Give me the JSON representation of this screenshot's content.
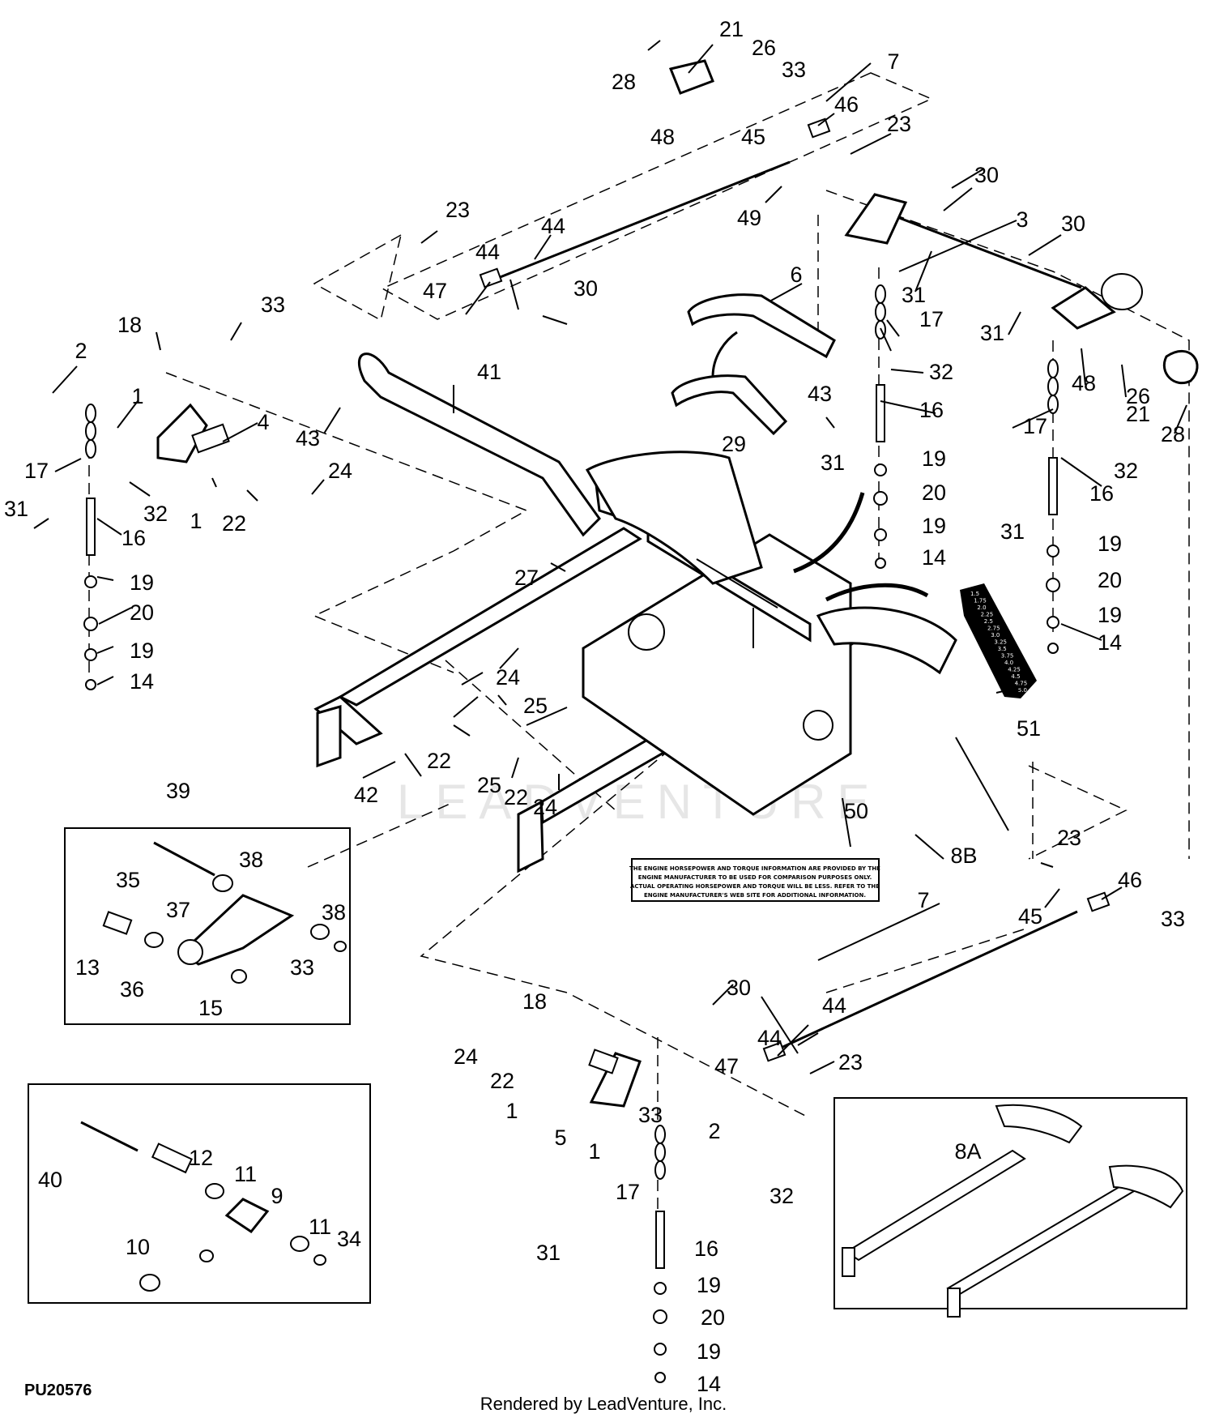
{
  "figure_id": "PU20576",
  "footer_text": "Rendered by LeadVenture, Inc.",
  "watermark": "LEADVENTURE",
  "decal_text": [
    "THE ENGINE HORSEPOWER AND TORQUE INFORMATION ARE PROVIDED BY THE",
    "ENGINE MANUFACTURER TO BE USED FOR COMPARISON PURPOSES ONLY.",
    "ACTUAL OPERATING HORSEPOWER AND TORQUE WILL BE LESS. REFER TO THE",
    "ENGINE MANUFACTURER'S WEB SITE FOR ADDITIONAL INFORMATION."
  ],
  "height_scale": [
    "1.5",
    "1.75",
    "2.0",
    "2.25",
    "2.5",
    "2.75",
    "3.0",
    "3.25",
    "3.5",
    "3.75",
    "4.0",
    "4.25",
    "4.5",
    "4.75",
    "5.0"
  ],
  "callouts": [
    {
      "id": "c-21a",
      "text": "21"
    },
    {
      "id": "c-26a",
      "text": "26"
    },
    {
      "id": "c-28a",
      "text": "28"
    },
    {
      "id": "c-33a",
      "text": "33"
    },
    {
      "id": "c-7a",
      "text": "7"
    },
    {
      "id": "c-46a",
      "text": "46"
    },
    {
      "id": "c-48a",
      "text": "48"
    },
    {
      "id": "c-45a",
      "text": "45"
    },
    {
      "id": "c-23a",
      "text": "23"
    },
    {
      "id": "c-30a",
      "text": "30"
    },
    {
      "id": "c-3",
      "text": "3"
    },
    {
      "id": "c-30b",
      "text": "30"
    },
    {
      "id": "c-49",
      "text": "49"
    },
    {
      "id": "c-23b",
      "text": "23"
    },
    {
      "id": "c-44a",
      "text": "44"
    },
    {
      "id": "c-44b",
      "text": "44"
    },
    {
      "id": "c-47a",
      "text": "47"
    },
    {
      "id": "c-30c",
      "text": "30"
    },
    {
      "id": "c-6",
      "text": "6"
    },
    {
      "id": "c-31a",
      "text": "31"
    },
    {
      "id": "c-17a",
      "text": "17"
    },
    {
      "id": "c-31b",
      "text": "31"
    },
    {
      "id": "c-48b",
      "text": "48"
    },
    {
      "id": "c-33b",
      "text": "33"
    },
    {
      "id": "c-18a",
      "text": "18"
    },
    {
      "id": "c-2a",
      "text": "2"
    },
    {
      "id": "c-1a",
      "text": "1"
    },
    {
      "id": "c-41",
      "text": "41"
    },
    {
      "id": "c-43a",
      "text": "43"
    },
    {
      "id": "c-32a",
      "text": "32"
    },
    {
      "id": "c-4",
      "text": "4"
    },
    {
      "id": "c-43b",
      "text": "43"
    },
    {
      "id": "c-16a",
      "text": "16"
    },
    {
      "id": "c-26b",
      "text": "26"
    },
    {
      "id": "c-21b",
      "text": "21"
    },
    {
      "id": "c-28b",
      "text": "28"
    },
    {
      "id": "c-17b",
      "text": "17"
    },
    {
      "id": "c-17c",
      "text": "17"
    },
    {
      "id": "c-29",
      "text": "29"
    },
    {
      "id": "c-31c",
      "text": "31"
    },
    {
      "id": "c-24a",
      "text": "24"
    },
    {
      "id": "c-19a",
      "text": "19"
    },
    {
      "id": "c-32b",
      "text": "32"
    },
    {
      "id": "c-31d",
      "text": "31"
    },
    {
      "id": "c-32c",
      "text": "32"
    },
    {
      "id": "c-1b",
      "text": "1"
    },
    {
      "id": "c-22a",
      "text": "22"
    },
    {
      "id": "c-20a",
      "text": "20"
    },
    {
      "id": "c-16b",
      "text": "16"
    },
    {
      "id": "c-16c",
      "text": "16"
    },
    {
      "id": "c-19b",
      "text": "19"
    },
    {
      "id": "c-31e",
      "text": "31"
    },
    {
      "id": "c-14a",
      "text": "14"
    },
    {
      "id": "c-19c",
      "text": "19"
    },
    {
      "id": "c-27",
      "text": "27"
    },
    {
      "id": "c-19d",
      "text": "19"
    },
    {
      "id": "c-20b",
      "text": "20"
    },
    {
      "id": "c-20c",
      "text": "20"
    },
    {
      "id": "c-19e",
      "text": "19"
    },
    {
      "id": "c-19f",
      "text": "19"
    },
    {
      "id": "c-14b",
      "text": "14"
    },
    {
      "id": "c-24b",
      "text": "24"
    },
    {
      "id": "c-25a",
      "text": "25"
    },
    {
      "id": "c-14c",
      "text": "14"
    },
    {
      "id": "c-51",
      "text": "51"
    },
    {
      "id": "c-22b",
      "text": "22"
    },
    {
      "id": "c-25b",
      "text": "25"
    },
    {
      "id": "c-42",
      "text": "42"
    },
    {
      "id": "c-22c",
      "text": "22"
    },
    {
      "id": "c-24c",
      "text": "24"
    },
    {
      "id": "c-39",
      "text": "39"
    },
    {
      "id": "c-50",
      "text": "50"
    },
    {
      "id": "c-8b",
      "text": "8B"
    },
    {
      "id": "c-23c",
      "text": "23"
    },
    {
      "id": "c-38a",
      "text": "38"
    },
    {
      "id": "c-35",
      "text": "35"
    },
    {
      "id": "c-46b",
      "text": "46"
    },
    {
      "id": "c-7b",
      "text": "7"
    },
    {
      "id": "c-45b",
      "text": "45"
    },
    {
      "id": "c-33c",
      "text": "33"
    },
    {
      "id": "c-37",
      "text": "37"
    },
    {
      "id": "c-38b",
      "text": "38"
    },
    {
      "id": "c-13",
      "text": "13"
    },
    {
      "id": "c-33d",
      "text": "33"
    },
    {
      "id": "c-36",
      "text": "36"
    },
    {
      "id": "c-15",
      "text": "15"
    },
    {
      "id": "c-30d",
      "text": "30"
    },
    {
      "id": "c-18b",
      "text": "18"
    },
    {
      "id": "c-44c",
      "text": "44"
    },
    {
      "id": "c-44d",
      "text": "44"
    },
    {
      "id": "c-24d",
      "text": "24"
    },
    {
      "id": "c-47b",
      "text": "47"
    },
    {
      "id": "c-23d",
      "text": "23"
    },
    {
      "id": "c-22d",
      "text": "22"
    },
    {
      "id": "c-1c",
      "text": "1"
    },
    {
      "id": "c-33e",
      "text": "33"
    },
    {
      "id": "c-5",
      "text": "5"
    },
    {
      "id": "c-2b",
      "text": "2"
    },
    {
      "id": "c-1d",
      "text": "1"
    },
    {
      "id": "c-8a",
      "text": "8A"
    },
    {
      "id": "c-12",
      "text": "12"
    },
    {
      "id": "c-40",
      "text": "40"
    },
    {
      "id": "c-11a",
      "text": "11"
    },
    {
      "id": "c-9",
      "text": "9"
    },
    {
      "id": "c-17d",
      "text": "17"
    },
    {
      "id": "c-32d",
      "text": "32"
    },
    {
      "id": "c-11b",
      "text": "11"
    },
    {
      "id": "c-34",
      "text": "34"
    },
    {
      "id": "c-10",
      "text": "10"
    },
    {
      "id": "c-31f",
      "text": "31"
    },
    {
      "id": "c-16d",
      "text": "16"
    },
    {
      "id": "c-19g",
      "text": "19"
    },
    {
      "id": "c-20d",
      "text": "20"
    },
    {
      "id": "c-19h",
      "text": "19"
    },
    {
      "id": "c-14d",
      "text": "14"
    }
  ]
}
